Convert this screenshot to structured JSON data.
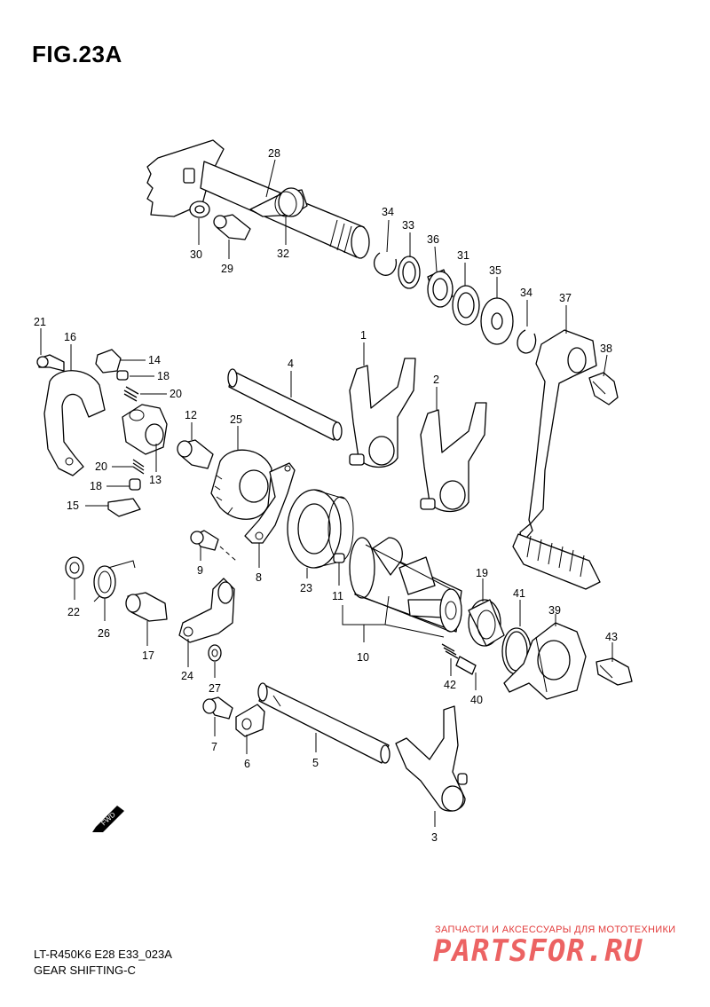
{
  "figure": {
    "title": "FIG.23A"
  },
  "footer": {
    "model": "LT-R450K6 E28 E33_023A",
    "section": "GEAR SHIFTING-C"
  },
  "watermark": {
    "tagline": "ЗАПЧАСТИ И АКСЕССУАРЫ ДЛЯ МОТОТЕХНИКИ",
    "logo": "PARTSFOR.RU",
    "color": "#e94848"
  },
  "fwd_badge": {
    "text": "FWD"
  },
  "callouts": [
    {
      "id": "28",
      "num": "28"
    },
    {
      "id": "30",
      "num": "30"
    },
    {
      "id": "29",
      "num": "29"
    },
    {
      "id": "32",
      "num": "32"
    },
    {
      "id": "34a",
      "num": "34"
    },
    {
      "id": "33",
      "num": "33"
    },
    {
      "id": "36",
      "num": "36"
    },
    {
      "id": "31",
      "num": "31"
    },
    {
      "id": "35",
      "num": "35"
    },
    {
      "id": "34b",
      "num": "34"
    },
    {
      "id": "37",
      "num": "37"
    },
    {
      "id": "38",
      "num": "38"
    },
    {
      "id": "21",
      "num": "21"
    },
    {
      "id": "16",
      "num": "16"
    },
    {
      "id": "14",
      "num": "14"
    },
    {
      "id": "18a",
      "num": "18"
    },
    {
      "id": "20a",
      "num": "20"
    },
    {
      "id": "4",
      "num": "4"
    },
    {
      "id": "1",
      "num": "1"
    },
    {
      "id": "2",
      "num": "2"
    },
    {
      "id": "12",
      "num": "12"
    },
    {
      "id": "25",
      "num": "25"
    },
    {
      "id": "20b",
      "num": "20"
    },
    {
      "id": "13",
      "num": "13"
    },
    {
      "id": "18b",
      "num": "18"
    },
    {
      "id": "15",
      "num": "15"
    },
    {
      "id": "9",
      "num": "9"
    },
    {
      "id": "8",
      "num": "8"
    },
    {
      "id": "23",
      "num": "23"
    },
    {
      "id": "11",
      "num": "11"
    },
    {
      "id": "19",
      "num": "19"
    },
    {
      "id": "41",
      "num": "41"
    },
    {
      "id": "39",
      "num": "39"
    },
    {
      "id": "43",
      "num": "43"
    },
    {
      "id": "22",
      "num": "22"
    },
    {
      "id": "26",
      "num": "26"
    },
    {
      "id": "17",
      "num": "17"
    },
    {
      "id": "24",
      "num": "24"
    },
    {
      "id": "27",
      "num": "27"
    },
    {
      "id": "10",
      "num": "10"
    },
    {
      "id": "42",
      "num": "42"
    },
    {
      "id": "40",
      "num": "40"
    },
    {
      "id": "7",
      "num": "7"
    },
    {
      "id": "6",
      "num": "6"
    },
    {
      "id": "5",
      "num": "5"
    },
    {
      "id": "3",
      "num": "3"
    }
  ]
}
